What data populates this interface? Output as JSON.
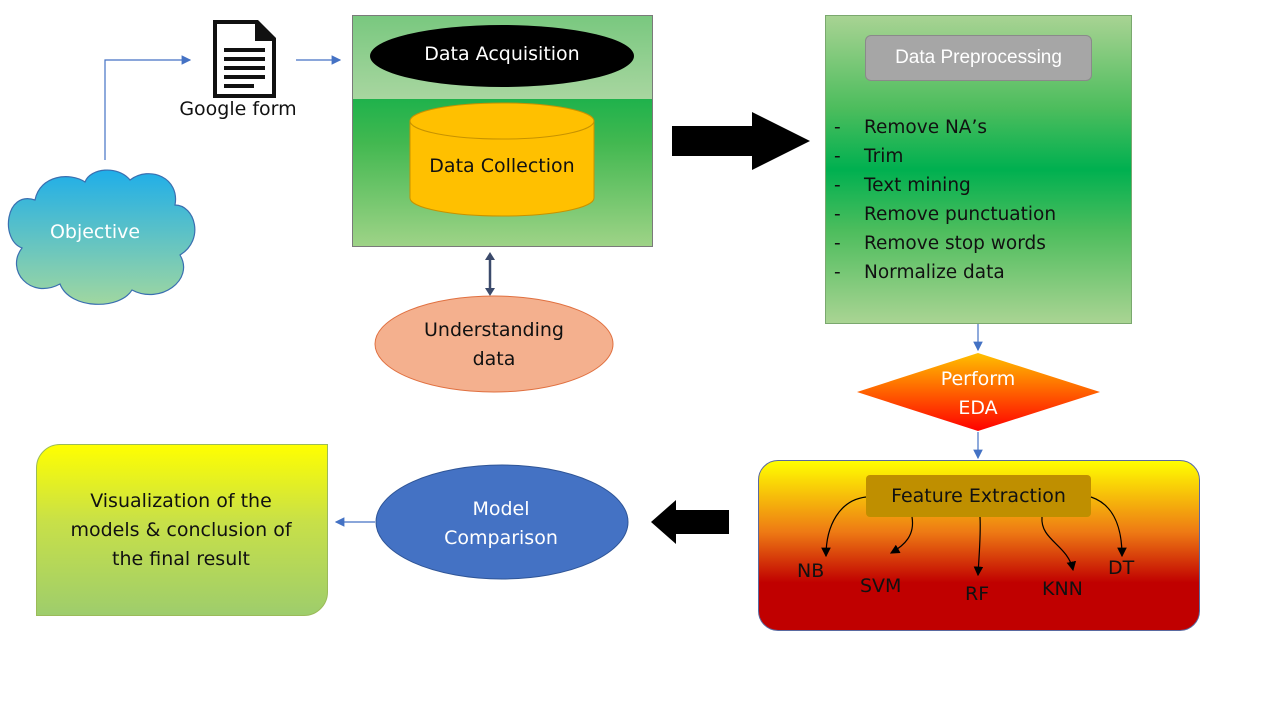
{
  "objective": "Objective",
  "google_form": "Google form",
  "data_acquisition": {
    "title": "Data Acquisition",
    "collection": "Data Collection"
  },
  "understanding": {
    "line1": "Understanding",
    "line2": "data"
  },
  "preprocessing": {
    "title": "Data Preprocessing",
    "steps": [
      "Remove NA’s",
      "Trim",
      "Text mining",
      "Remove punctuation",
      "Remove stop words",
      "Normalize data"
    ],
    "bullet": "-"
  },
  "eda": {
    "line1": "Perform",
    "line2": "EDA"
  },
  "feature_extraction": {
    "title": "Feature Extraction",
    "models": [
      "NB",
      "SVM",
      "RF",
      "KNN",
      "DT"
    ]
  },
  "model_comparison": {
    "line1": "Model",
    "line2": "Comparison"
  },
  "visualization": {
    "line1": "Visualization of the",
    "line2": "models & conclusion of",
    "line3": "the final result"
  },
  "colors": {
    "connector": "#4472c4",
    "cloud_top": "#1faee9",
    "cloud_bottom": "#a0d7a0",
    "understanding_fill": "#f4b08e",
    "model_comparison_fill": "#4472c4",
    "database_fill": "#ffc000",
    "eda_top": "#ffc000",
    "eda_bottom": "#ff0000"
  },
  "icons": [
    "document-icon",
    "cloud-shape",
    "database-cylinder",
    "big-arrow-right",
    "big-arrow-left",
    "double-arrow-vertical"
  ]
}
